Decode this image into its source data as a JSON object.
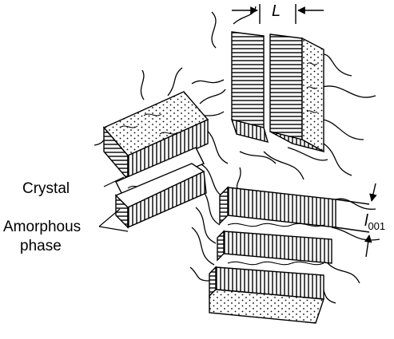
{
  "figure": {
    "lamella_spacing_label": "L",
    "long_period_label": "l",
    "long_period_subscript": "001",
    "crystal_label": "Crystal",
    "amorphous_label_line1": "Amorphous",
    "amorphous_label_line2": "phase"
  },
  "colors": {
    "ink": "#000000",
    "paper": "#ffffff"
  }
}
